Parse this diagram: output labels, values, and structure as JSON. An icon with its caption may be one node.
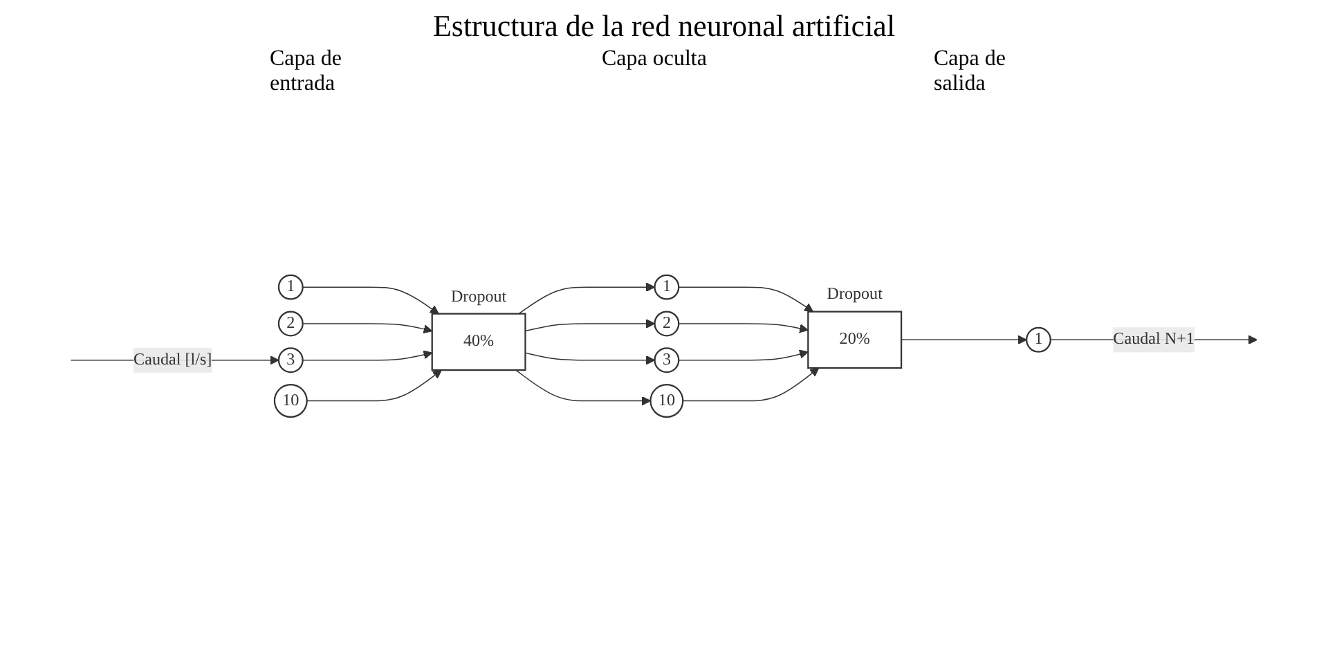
{
  "diagram": {
    "title": "Estructura de la red neuronal artificial",
    "nodes": [
      {
        "text": [
          "1"
        ]
      },
      {
        "text": [
          "2"
        ]
      },
      {
        "text": [
          "3"
        ]
      },
      {
        "text": [
          "10"
        ]
      },
      {
        "text": [
          "40%"
        ],
        "beside": [
          "Dropout"
        ]
      },
      {
        "text": [
          "1"
        ]
      },
      {
        "text": [
          "2"
        ]
      },
      {
        "text": [
          "3"
        ]
      },
      {
        "text": [
          "10"
        ]
      },
      {
        "text": [
          "20%"
        ],
        "beside": [
          "Dropout"
        ]
      },
      {
        "text": [
          "1"
        ]
      }
    ],
    "edges": [
      {
        "from": null,
        "to": 2,
        "arrow": "to",
        "label": "Caudal [l/s]"
      },
      {
        "from": 0,
        "to": 4,
        "arrow": "to"
      },
      {
        "from": 1,
        "to": 4,
        "arrow": "to"
      },
      {
        "from": 2,
        "to": 4,
        "arrow": "to"
      },
      {
        "from": 3,
        "to": 4,
        "arrow": "to"
      },
      {
        "from": 4,
        "to": 5,
        "arrow": "to"
      },
      {
        "from": 4,
        "to": 6,
        "arrow": "to"
      },
      {
        "from": 4,
        "to": 7,
        "arrow": "to"
      },
      {
        "from": 4,
        "to": 8,
        "arrow": "to"
      },
      {
        "from": 5,
        "to": 9,
        "arrow": "to"
      },
      {
        "from": 6,
        "to": 9,
        "arrow": "to"
      },
      {
        "from": 7,
        "to": 9,
        "arrow": "to"
      },
      {
        "from": 8,
        "to": 9,
        "arrow": "to"
      },
      {
        "from": 9,
        "to": 10,
        "arrow": "to"
      },
      {
        "from": 10,
        "to": null,
        "arrow": "to",
        "label": "Caudal N+1"
      }
    ],
    "labels": [
      "Capa de entrada",
      "Capa oculta",
      "Capa de salida"
    ]
  }
}
